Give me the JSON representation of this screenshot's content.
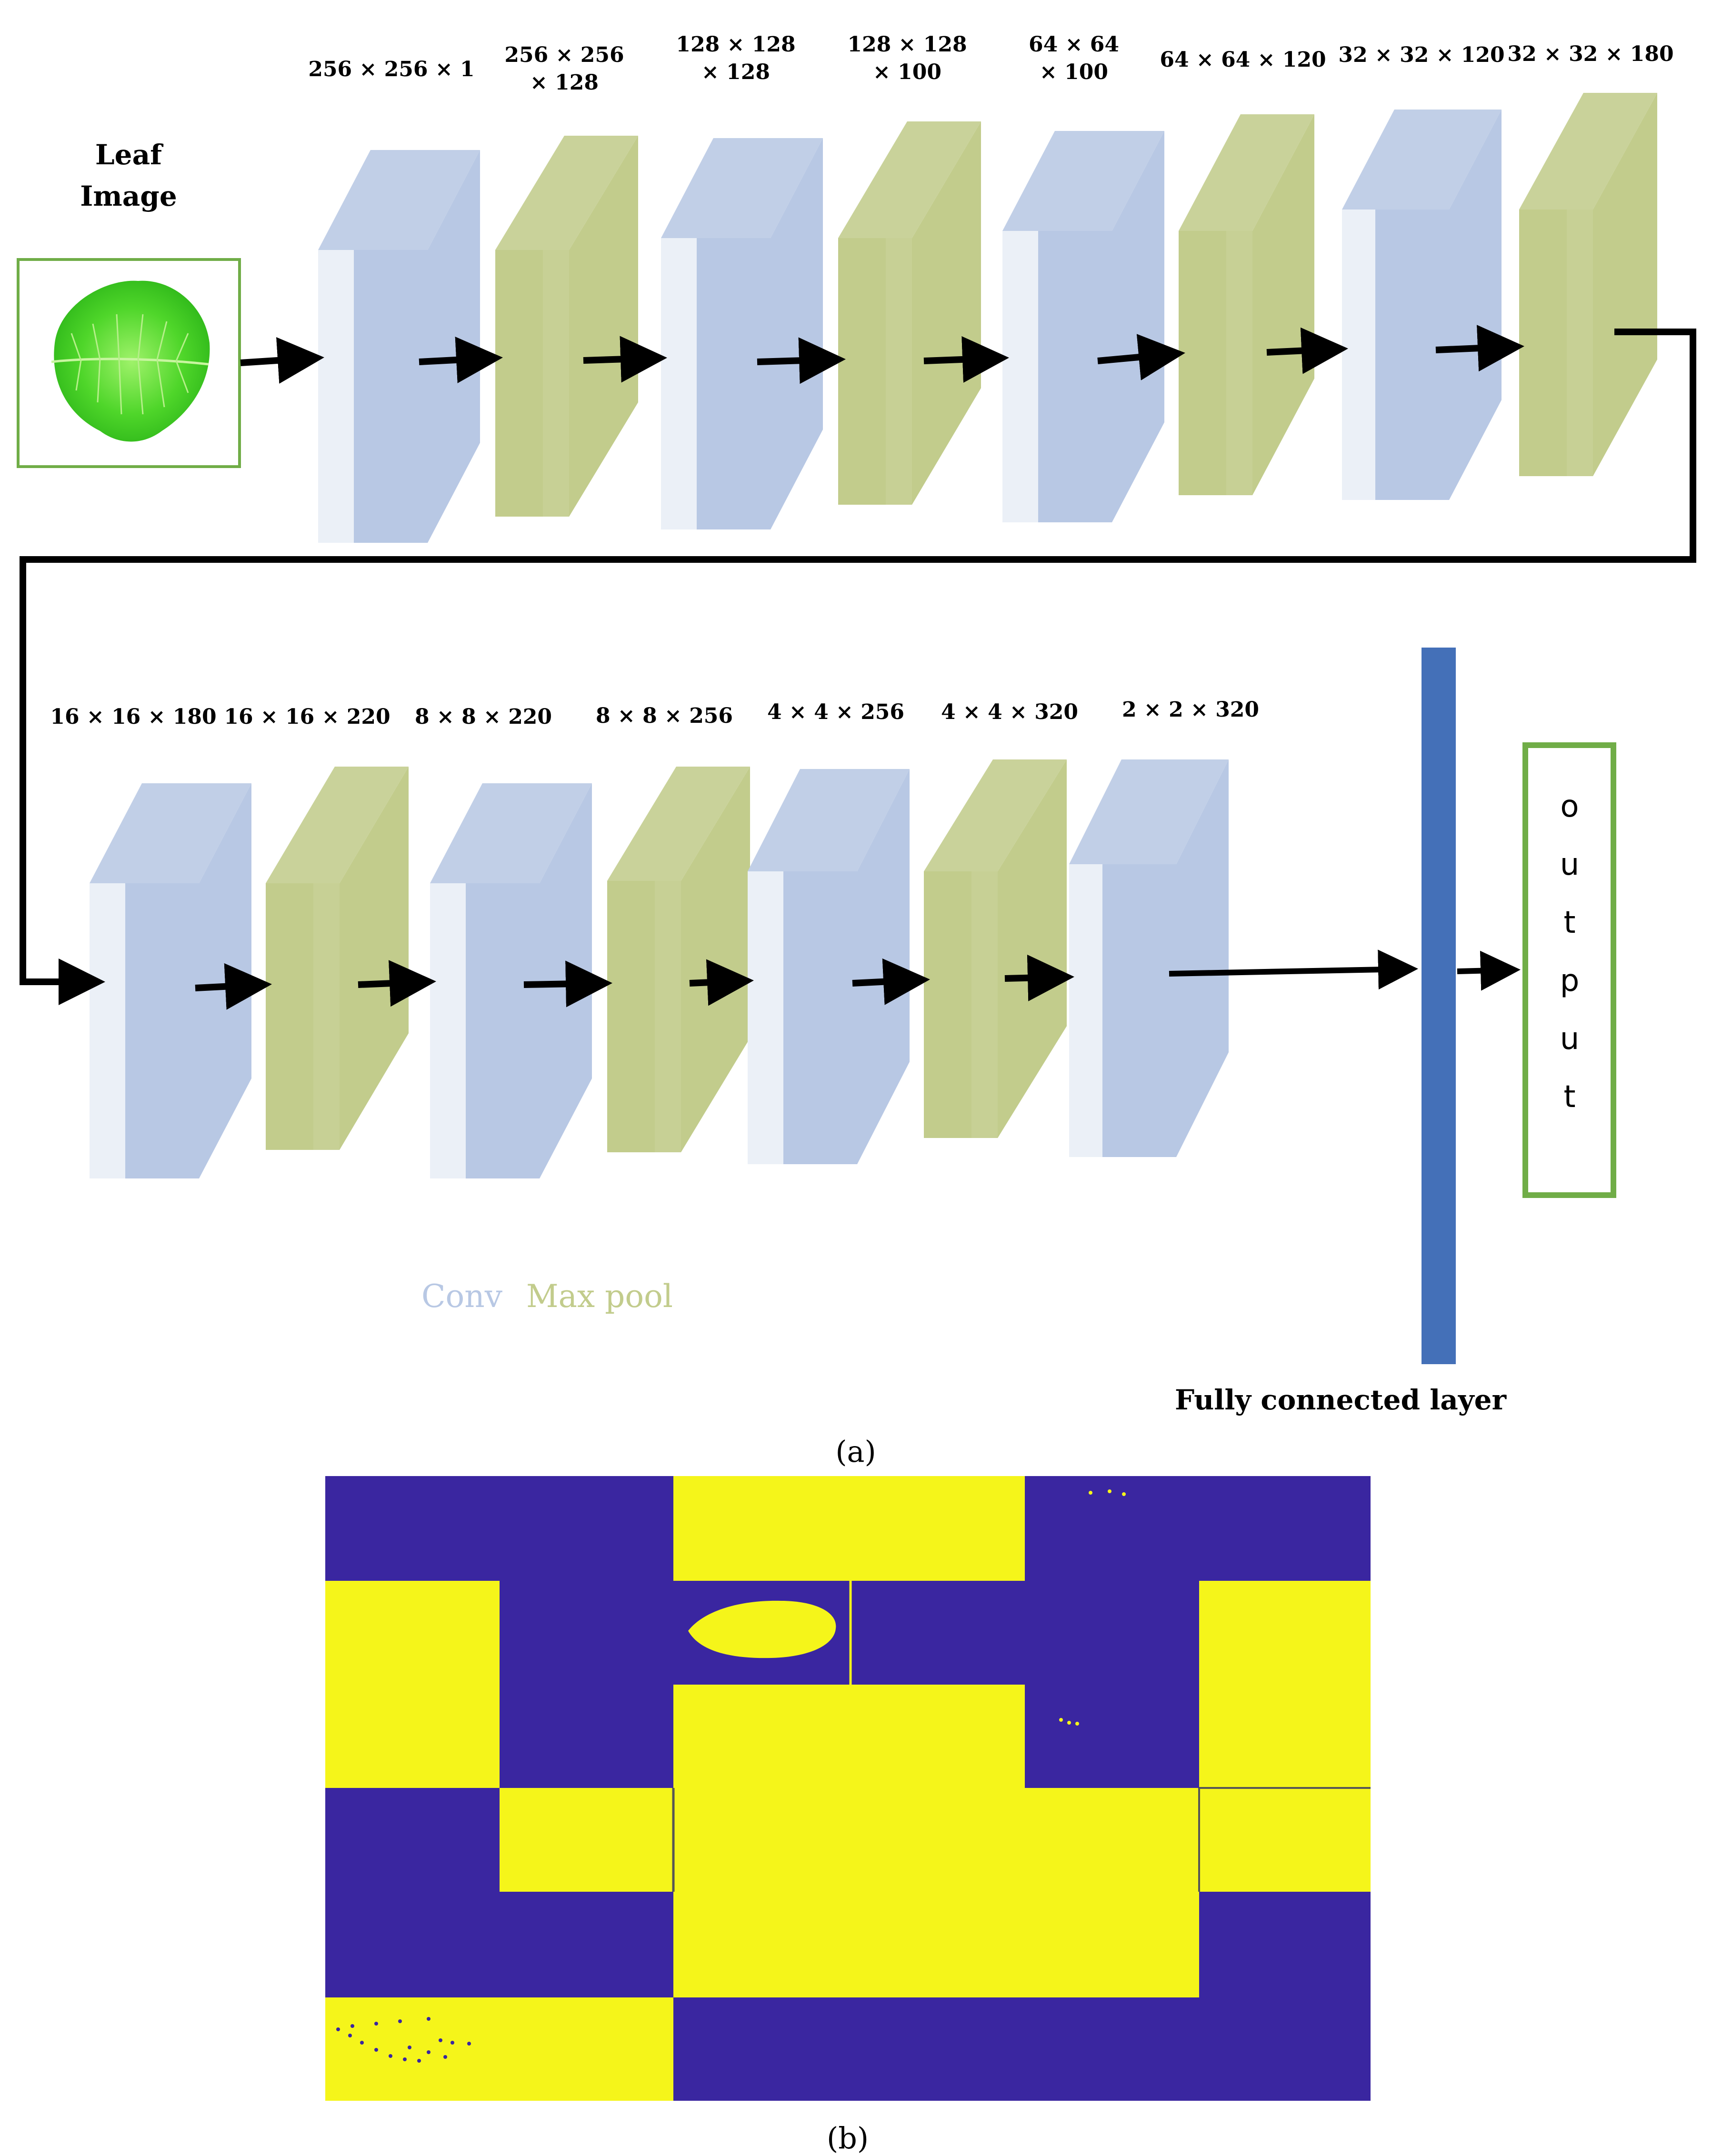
{
  "input": {
    "title_line1": "Leaf",
    "title_line2": "Image"
  },
  "layers": [
    {
      "kind": "conv",
      "dims": [
        "256 × 256 × 1"
      ]
    },
    {
      "kind": "pool",
      "dims": [
        "256 × 256",
        "× 128"
      ]
    },
    {
      "kind": "conv",
      "dims": [
        "128 × 128",
        "× 128"
      ]
    },
    {
      "kind": "pool",
      "dims": [
        "128 × 128",
        "× 100"
      ]
    },
    {
      "kind": "conv",
      "dims": [
        "64 × 64",
        "× 100"
      ]
    },
    {
      "kind": "pool",
      "dims": [
        "64 × 64 × 120"
      ]
    },
    {
      "kind": "conv",
      "dims": [
        "32 × 32 × 120"
      ]
    },
    {
      "kind": "pool",
      "dims": [
        "32 × 32 × 180"
      ]
    },
    {
      "kind": "conv",
      "dims": [
        "16 × 16 × 180"
      ]
    },
    {
      "kind": "pool",
      "dims": [
        "16 × 16 × 220"
      ]
    },
    {
      "kind": "conv",
      "dims": [
        "8 × 8 × 220"
      ]
    },
    {
      "kind": "pool",
      "dims": [
        "8 × 8 × 256"
      ]
    },
    {
      "kind": "conv",
      "dims": [
        "4 × 4 × 256"
      ]
    },
    {
      "kind": "pool",
      "dims": [
        "4 × 4 × 320"
      ]
    },
    {
      "kind": "conv",
      "dims": [
        "2 × 2 × 320"
      ]
    }
  ],
  "fc_label": "Fully connected layer",
  "output_letters": [
    "o",
    "u",
    "t",
    "p",
    "u",
    "t"
  ],
  "legend": {
    "conv": "Conv",
    "pool": "Max pool",
    "conv_color": "#b8c8e4",
    "pool_color": "#c2cc8c"
  },
  "captions": {
    "a": "(a)",
    "b": "(b)"
  },
  "map_colors": {
    "on": "#f5f51a",
    "off": "#3a26a0"
  },
  "fc_color": "#4470b8",
  "output_border_color": "#70ad47"
}
